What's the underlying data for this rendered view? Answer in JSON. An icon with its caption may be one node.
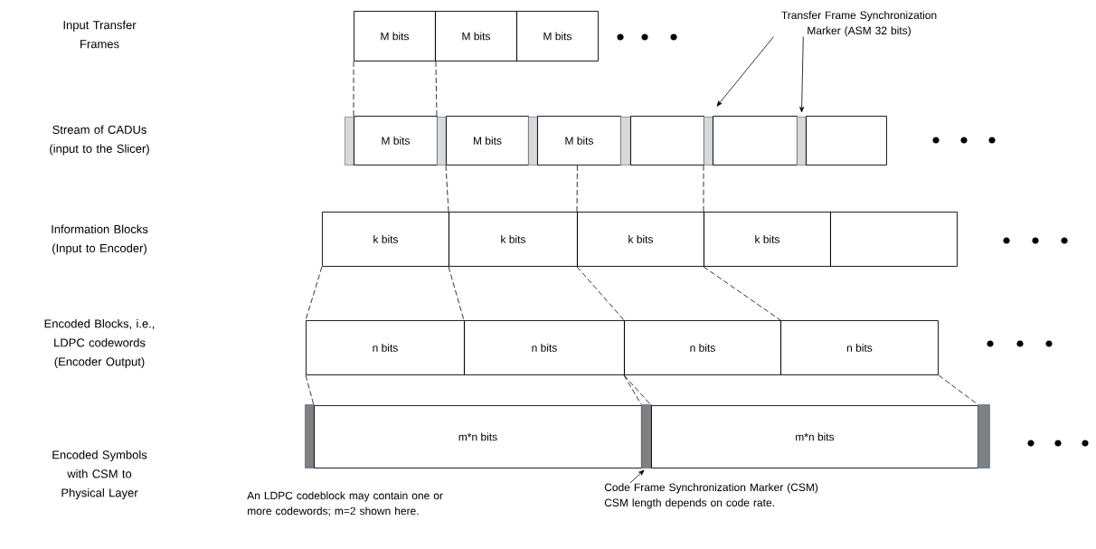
{
  "diagram": {
    "nodes": [
      {
        "text": [
          "M bits"
        ]
      },
      {
        "text": [
          "M bits"
        ]
      },
      {
        "text": [
          "M bits"
        ]
      },
      {
        "text": [],
        "shape": "bar"
      },
      {
        "text": [
          "M bits"
        ]
      },
      {
        "text": [],
        "shape": "bar"
      },
      {
        "text": [
          "M bits"
        ]
      },
      {
        "text": [],
        "shape": "bar"
      },
      {
        "text": [
          "M bits"
        ]
      },
      {
        "text": [],
        "shape": "bar"
      },
      {
        "text": [],
        "shape": "box"
      },
      {
        "text": [],
        "shape": "bar"
      },
      {
        "text": [],
        "shape": "box"
      },
      {
        "text": [],
        "shape": "bar"
      },
      {
        "text": [],
        "shape": "box"
      },
      {
        "text": [
          "k bits"
        ]
      },
      {
        "text": [
          "k bits"
        ]
      },
      {
        "text": [
          "k bits"
        ]
      },
      {
        "text": [
          "k bits"
        ]
      },
      {
        "text": [],
        "shape": "box"
      },
      {
        "text": [
          "n bits"
        ]
      },
      {
        "text": [
          "n bits"
        ]
      },
      {
        "text": [
          "n bits"
        ]
      },
      {
        "text": [
          "n bits"
        ]
      },
      {
        "text": [],
        "shape": "bar"
      },
      {
        "text": [
          "m*n bits"
        ]
      },
      {
        "text": [],
        "shape": "bar"
      },
      {
        "text": [
          "m*n bits"
        ]
      },
      {
        "text": [],
        "shape": "bar"
      },
      {
        "text": [
          "Transfer Frame Synchronization Marker (ASM 32 bits)"
        ]
      },
      {
        "text": [
          "Code Frame Synchronization Marker (CSM)",
          "CSM length depends on code rate."
        ]
      }
    ],
    "edges": [
      {
        "from": 29,
        "to": 11,
        "arrow": "to"
      },
      {
        "from": 29,
        "to": 13,
        "arrow": "to"
      },
      {
        "from": 30,
        "to": 26,
        "arrow": "to"
      },
      {
        "from": 0,
        "to": 4,
        "arrow": "none",
        "style": "dashed"
      },
      {
        "from": 0,
        "to": 5,
        "arrow": "none",
        "style": "dashed"
      },
      {
        "from": 6,
        "to": 16,
        "arrow": "none",
        "style": "dashed"
      },
      {
        "from": 8,
        "to": 17,
        "arrow": "none",
        "style": "dashed"
      },
      {
        "from": 11,
        "to": 18,
        "arrow": "none",
        "style": "dashed"
      },
      {
        "from": 15,
        "to": 20,
        "arrow": "none",
        "style": "dashed"
      },
      {
        "from": 16,
        "to": 21,
        "arrow": "none",
        "style": "dashed"
      },
      {
        "from": 17,
        "to": 22,
        "arrow": "none",
        "style": "dashed"
      },
      {
        "from": 18,
        "to": 23,
        "arrow": "none",
        "style": "dashed"
      },
      {
        "from": 20,
        "to": 25,
        "arrow": "none",
        "style": "dashed"
      },
      {
        "from": 22,
        "to": 26,
        "arrow": "none",
        "style": "dashed"
      },
      {
        "from": 22,
        "to": 27,
        "arrow": "none",
        "style": "dashed"
      },
      {
        "from": 23,
        "to": 28,
        "arrow": "none",
        "style": "dashed"
      }
    ],
    "labels": [
      "Input Transfer Frames",
      "Stream of CADUs (input to the Slicer)",
      "Information Blocks (Input to Encoder)",
      "Encoded Blocks, i.e., LDPC codewords (Encoder Output)",
      "Encoded Symbols with CSM to Physical Layer",
      "An LDPC codeblock may contain one or more codewords;  m=2 shown here."
    ]
  }
}
